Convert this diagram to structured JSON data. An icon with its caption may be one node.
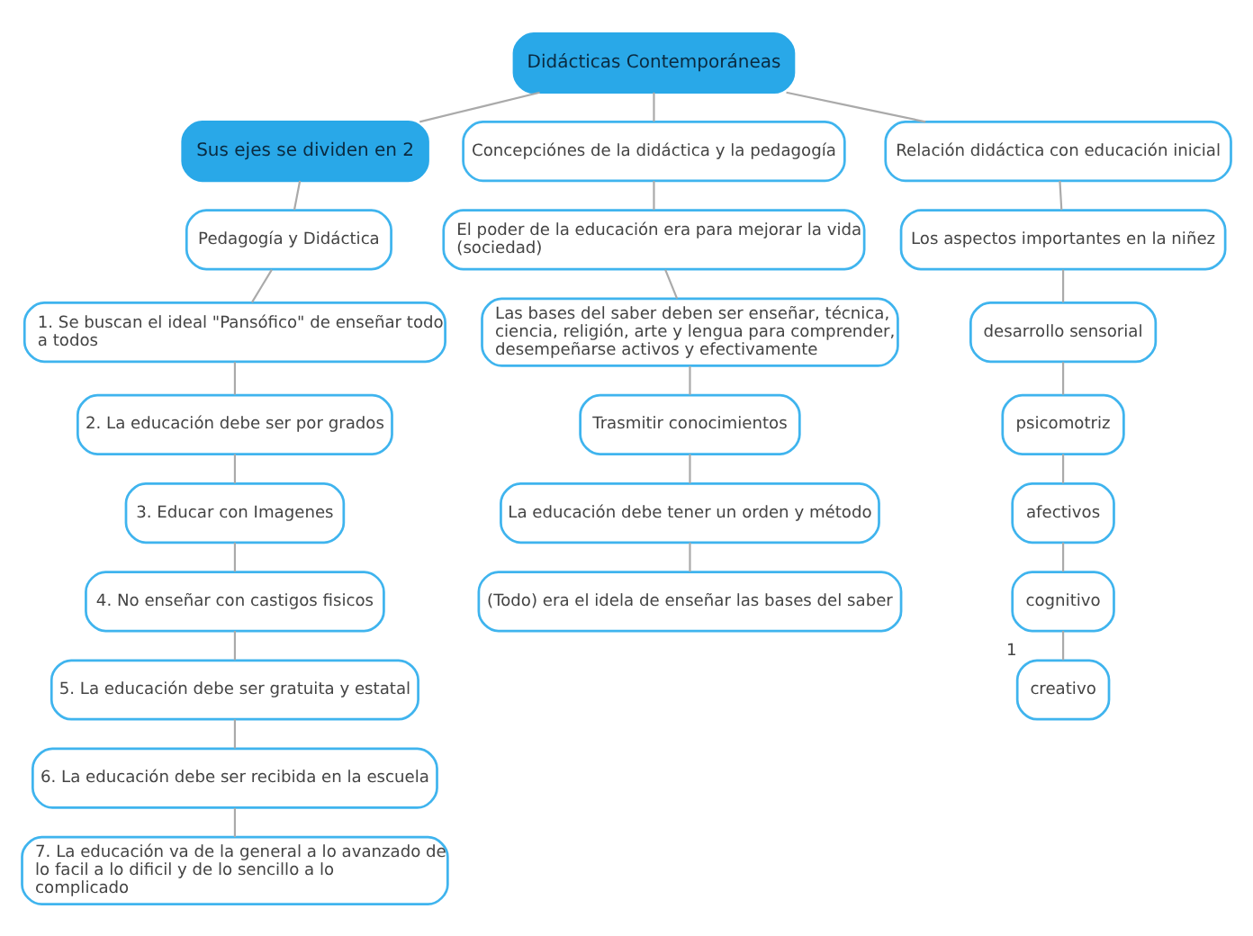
{
  "diagram": {
    "nodes": [
      {
        "text": [
          "Didácticas Contemporáneas"
        ]
      },
      {
        "text": [
          "Sus ejes se dividen en 2"
        ]
      },
      {
        "text": [
          "Pedagogía y Didáctica"
        ]
      },
      {
        "text": [
          "1. Se buscan el ideal \"Pansófico\" de enseñar todo a todos"
        ]
      },
      {
        "text": [
          "2. La educación debe ser por grados"
        ]
      },
      {
        "text": [
          "3. Educar con Imagenes"
        ]
      },
      {
        "text": [
          "4. No enseñar con castigos fisicos"
        ]
      },
      {
        "text": [
          "5. La educación debe ser gratuita y estatal"
        ]
      },
      {
        "text": [
          "6. La educación debe ser recibida en la escuela"
        ]
      },
      {
        "text": [
          "7. La educación va de la general a lo avanzado de lo facil a lo dificil y de lo sencillo a lo complicado"
        ]
      },
      {
        "text": [
          "Concepciónes de la didáctica y la pedagogía"
        ]
      },
      {
        "text": [
          "El poder de la educación era para mejorar la vida (sociedad)"
        ]
      },
      {
        "text": [
          "Las bases del saber deben ser enseñar, técnica, ciencia, religión, arte y lengua para comprender, desempeñarse activos y efectivamente"
        ]
      },
      {
        "text": [
          "Trasmitir conocimientos"
        ]
      },
      {
        "text": [
          "La educación debe tener un orden y método"
        ]
      },
      {
        "text": [
          "(Todo) era el idela de enseñar las bases del saber"
        ]
      },
      {
        "text": [
          "Relación didáctica con educación inicial"
        ]
      },
      {
        "text": [
          "Los aspectos importantes en la niñez"
        ]
      },
      {
        "text": [
          "desarrollo sensorial"
        ]
      },
      {
        "text": [
          "psicomotriz"
        ]
      },
      {
        "text": [
          "afectivos"
        ]
      },
      {
        "text": [
          "cognitivo"
        ]
      },
      {
        "text": [
          "creativo"
        ],
        "beside": [
          "1"
        ]
      }
    ],
    "edges": [
      {
        "from": 0,
        "to": 1,
        "arrow": "none"
      },
      {
        "from": 0,
        "to": 10,
        "arrow": "none"
      },
      {
        "from": 0,
        "to": 16,
        "arrow": "none"
      },
      {
        "from": 1,
        "to": 2,
        "arrow": "none"
      },
      {
        "from": 2,
        "to": 3,
        "arrow": "none"
      },
      {
        "from": 3,
        "to": 4,
        "arrow": "none"
      },
      {
        "from": 4,
        "to": 5,
        "arrow": "none"
      },
      {
        "from": 5,
        "to": 6,
        "arrow": "none"
      },
      {
        "from": 6,
        "to": 7,
        "arrow": "none"
      },
      {
        "from": 7,
        "to": 8,
        "arrow": "none"
      },
      {
        "from": 8,
        "to": 9,
        "arrow": "none"
      },
      {
        "from": 10,
        "to": 11,
        "arrow": "none"
      },
      {
        "from": 11,
        "to": 12,
        "arrow": "none"
      },
      {
        "from": 12,
        "to": 13,
        "arrow": "none"
      },
      {
        "from": 13,
        "to": 14,
        "arrow": "none"
      },
      {
        "from": 14,
        "to": 15,
        "arrow": "none"
      },
      {
        "from": 16,
        "to": 17,
        "arrow": "none"
      },
      {
        "from": 17,
        "to": 18,
        "arrow": "none"
      },
      {
        "from": 18,
        "to": 19,
        "arrow": "none"
      },
      {
        "from": 19,
        "to": 20,
        "arrow": "none"
      },
      {
        "from": 20,
        "to": 21,
        "arrow": "none"
      },
      {
        "from": 21,
        "to": 22,
        "arrow": "none"
      }
    ]
  }
}
